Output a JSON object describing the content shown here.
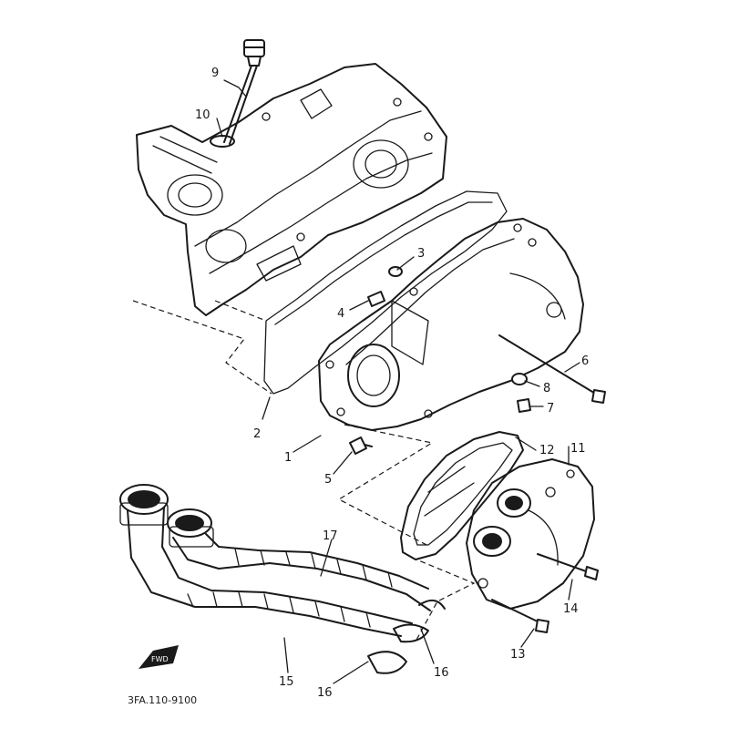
{
  "figure": {
    "drawing_code": "3FA.110-9100",
    "fwd_mark": "FWD"
  },
  "callouts": [
    {
      "id": "c1",
      "label": "1"
    },
    {
      "id": "c2",
      "label": "2"
    },
    {
      "id": "c3",
      "label": "3"
    },
    {
      "id": "c4",
      "label": "4"
    },
    {
      "id": "c5",
      "label": "5"
    },
    {
      "id": "c6",
      "label": "6"
    },
    {
      "id": "c7",
      "label": "7"
    },
    {
      "id": "c8",
      "label": "8"
    },
    {
      "id": "c9",
      "label": "9"
    },
    {
      "id": "c10",
      "label": "10"
    },
    {
      "id": "c11",
      "label": "11"
    },
    {
      "id": "c12",
      "label": "12"
    },
    {
      "id": "c13",
      "label": "13"
    },
    {
      "id": "c14",
      "label": "14"
    },
    {
      "id": "c15",
      "label": "15"
    },
    {
      "id": "c16a",
      "label": "16"
    },
    {
      "id": "c16b",
      "label": "16"
    },
    {
      "id": "c17",
      "label": "17"
    }
  ]
}
